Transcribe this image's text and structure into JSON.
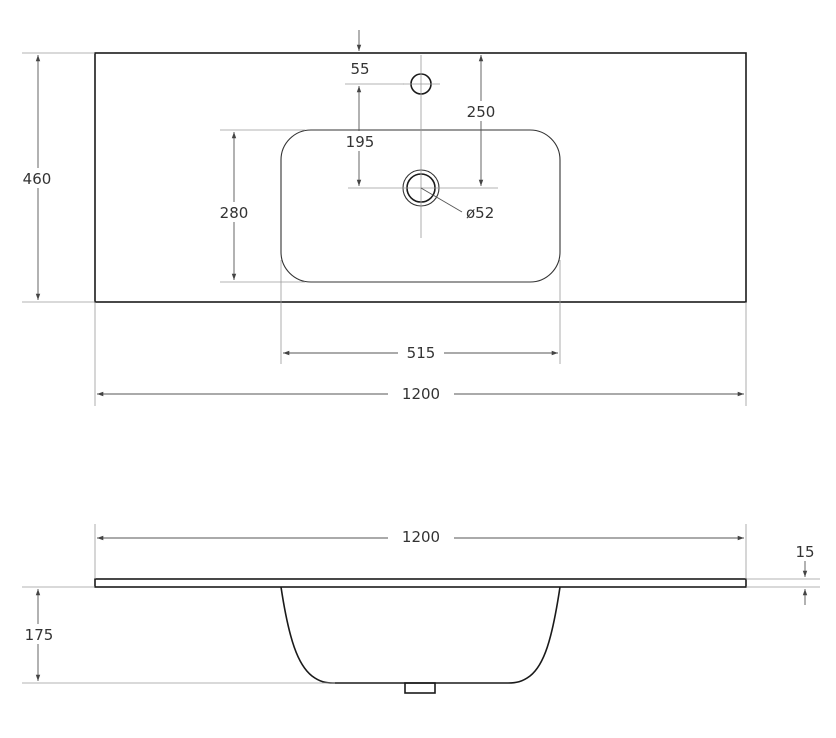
{
  "top_view": {
    "dims": {
      "width": "1200",
      "depth": "460",
      "bowl_width": "515",
      "bowl_depth": "280",
      "tap_hole_offset": "55",
      "drain_to_back": "250",
      "drain_offset": "195",
      "drain_diameter": "ø52"
    }
  },
  "side_view": {
    "dims": {
      "width": "1200",
      "thickness": "15",
      "bowl_height": "175"
    }
  },
  "colors": {
    "outline": "#1a1a1a",
    "dimension_line": "#555555",
    "text": "#333333"
  }
}
